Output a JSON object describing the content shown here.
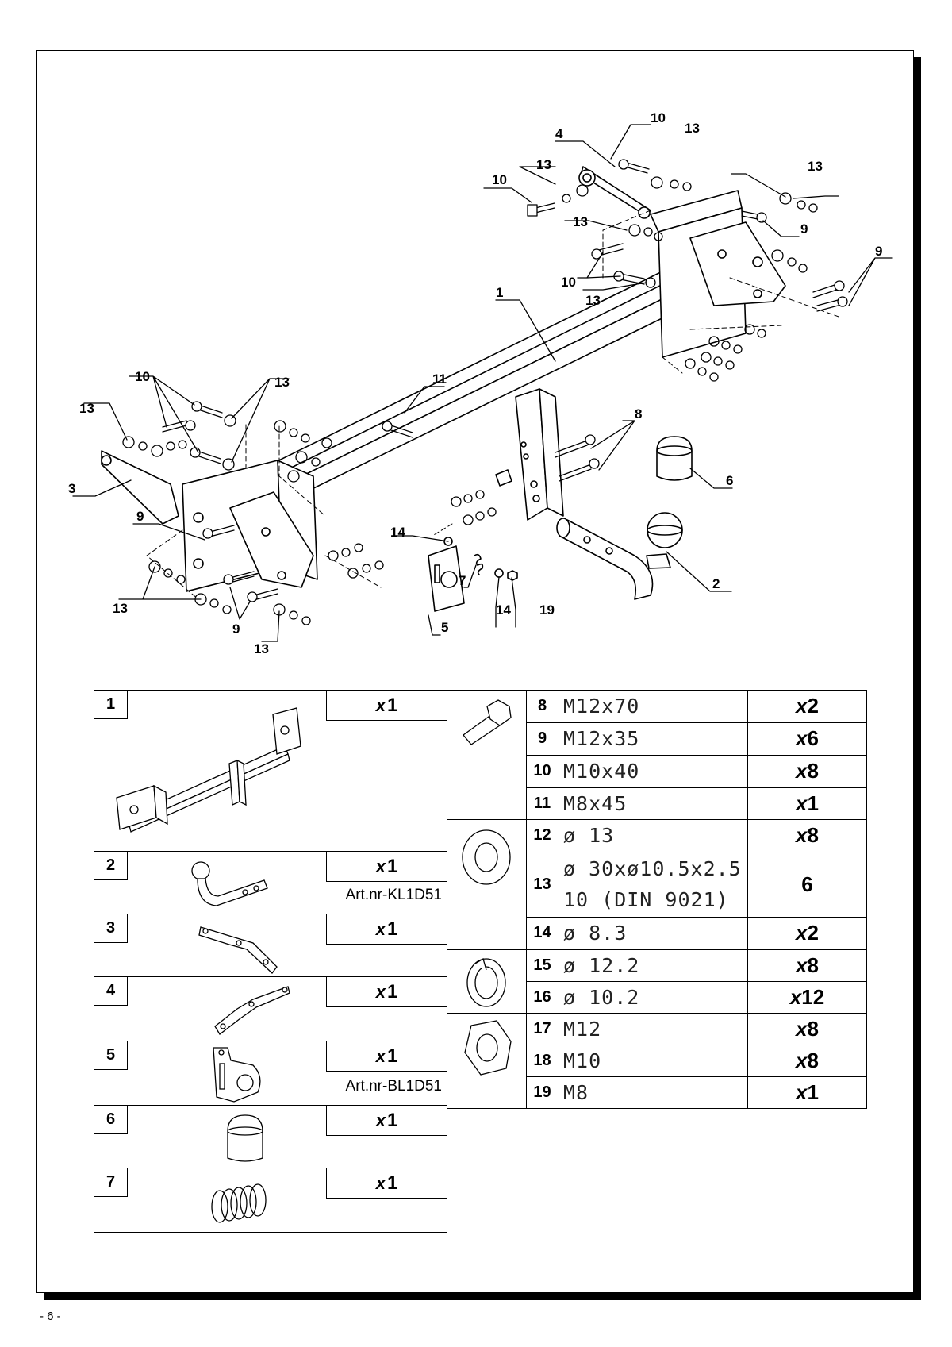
{
  "page_number": "- 6 -",
  "callouts": {
    "c1": "1",
    "c2": "2",
    "c3": "3",
    "c4": "4",
    "c5": "5",
    "c6": "6",
    "c7": "7",
    "c8": "8",
    "c9": "9",
    "c10": "10",
    "c11": "11",
    "c13": "13",
    "c14": "14",
    "c19": "19"
  },
  "components": [
    {
      "num": "1",
      "x": "x",
      "qty": "1",
      "art": ""
    },
    {
      "num": "2",
      "x": "x",
      "qty": "1",
      "art": "Art.nr-KL1D51"
    },
    {
      "num": "3",
      "x": "x",
      "qty": "1",
      "art": ""
    },
    {
      "num": "4",
      "x": "x",
      "qty": "1",
      "art": ""
    },
    {
      "num": "5",
      "x": "x",
      "qty": "1",
      "art": "Art.nr-BL1D51"
    },
    {
      "num": "6",
      "x": "x",
      "qty": "1",
      "art": ""
    },
    {
      "num": "7",
      "x": "x",
      "qty": "1",
      "art": ""
    }
  ],
  "hardware": [
    {
      "num": "8",
      "spec": "M12x70",
      "x": "x",
      "qty": "2",
      "icon": "bolt-icon"
    },
    {
      "num": "9",
      "spec": "M12x35",
      "x": "x",
      "qty": "6",
      "icon": "bolt-icon"
    },
    {
      "num": "10",
      "spec": "M10x40",
      "x": "x",
      "qty": "8",
      "icon": "bolt-icon"
    },
    {
      "num": "11",
      "spec": "M8x45",
      "x": "x",
      "qty": "1",
      "icon": "bolt-icon"
    },
    {
      "num": "12",
      "spec": "ø 13",
      "x": "x",
      "qty": "8",
      "icon": "washer-icon"
    },
    {
      "num": "13",
      "spec": "ø 30xø10.5x2.5",
      "spec2": "10  (DIN 9021)",
      "x": "",
      "qty": "6",
      "icon": "washer-icon"
    },
    {
      "num": "14",
      "spec": "ø 8.3",
      "x": "x",
      "qty": "2",
      "icon": "washer-icon"
    },
    {
      "num": "15",
      "spec": "ø 12.2",
      "x": "x",
      "qty": "8",
      "icon": "spring-washer-icon"
    },
    {
      "num": "16",
      "spec": "ø 10.2",
      "x": "x",
      "qty": "12",
      "icon": "spring-washer-icon"
    },
    {
      "num": "17",
      "spec": "M12",
      "x": "x",
      "qty": "8",
      "icon": "hex-nut-icon"
    },
    {
      "num": "18",
      "spec": "M10",
      "x": "x",
      "qty": "8",
      "icon": "hex-nut-icon"
    },
    {
      "num": "19",
      "spec": "M8",
      "x": "x",
      "qty": "1",
      "icon": "hex-nut-icon"
    }
  ]
}
